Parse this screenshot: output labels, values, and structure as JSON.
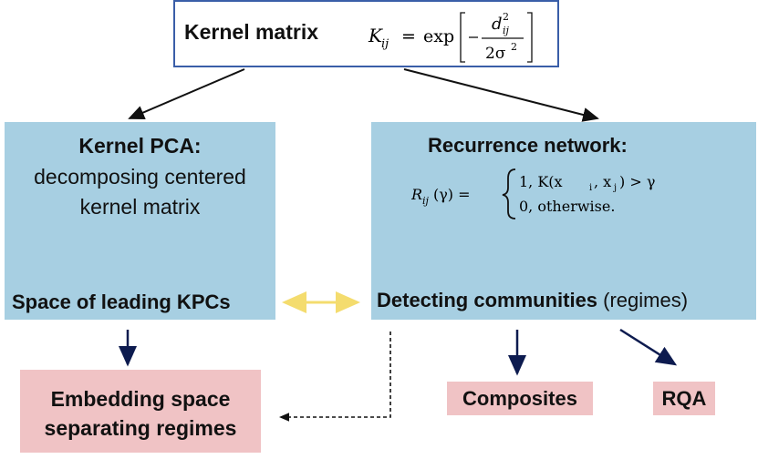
{
  "kernel": {
    "title": "Kernel matrix",
    "formula_lhs": "K",
    "formula_lhs_sub": "ij",
    "formula_eq": "=",
    "formula_exp": "exp",
    "formula_num": "d",
    "formula_num_sup": "2",
    "formula_num_sub": "ij",
    "formula_den": "2σ",
    "formula_den_sup": "2"
  },
  "kpca": {
    "title": "Kernel PCA:",
    "desc_line1": "decomposing centered",
    "desc_line2": "kernel matrix",
    "space": "Space of leading KPCs"
  },
  "recurrence": {
    "title": "Recurrence network:",
    "lhs": "R",
    "lhs_sub": "ij",
    "lhs_arg": "(γ) =",
    "case1": "1,  K(x",
    "case1_sub_i": "i",
    "case1_mid": ", x",
    "case1_sub_j": "j",
    "case1_end": ") > γ",
    "case2": "0,  otherwise.",
    "detect_bold": "Detecting communities",
    "detect_rest": " (regimes)"
  },
  "outputs": {
    "embedding_line1": "Embedding space",
    "embedding_line2": "separating regimes",
    "composites": "Composites",
    "rqa": "RQA"
  },
  "colors": {
    "blue_box": "#a7cfe2",
    "pink_box": "#f0c3c5",
    "navy_arrow": "#0d1b4f",
    "yellow_arrow": "#f4dc6e",
    "kernel_border": "#3a5ea8"
  }
}
